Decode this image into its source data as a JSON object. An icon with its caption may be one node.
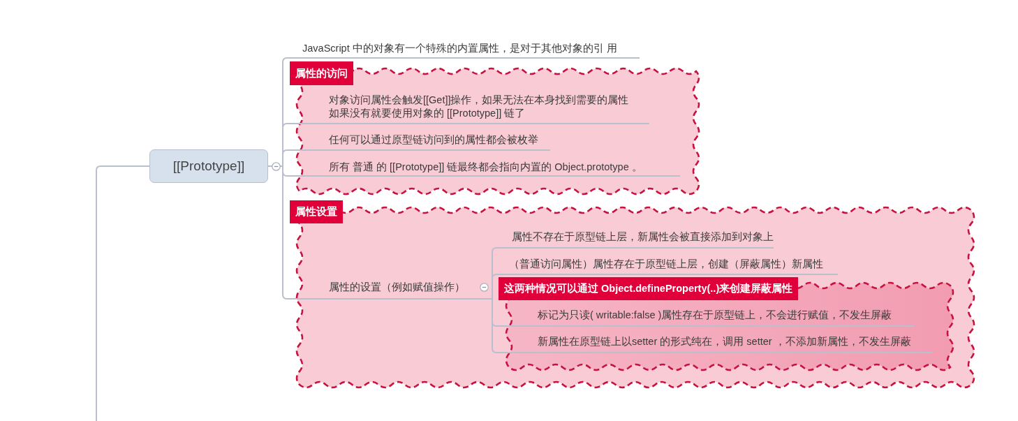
{
  "diagram": {
    "nodes": [
      {
        "text": [
          "[[Prototype]]"
        ]
      },
      {
        "text": [
          "JavaScript 中的对象有一个特殊的内置属性，是对于其他对象的引 用"
        ]
      },
      {
        "text": [
          "属性的访问"
        ]
      },
      {
        "text": [
          "对象访问属性会触发[[Get]]操作，如果无法在本身找到需要的属性如果没有就要使用对象的 [[Prototype]] 链了"
        ],
        "in": 2
      },
      {
        "text": [
          "任何可以通过原型链访问到的属性都会被枚举"
        ],
        "in": 2
      },
      {
        "text": [
          "所有 普通 的 [[Prototype]] 链最终都会指向内置的 Object.prototype 。"
        ],
        "in": 2
      },
      {
        "text": [
          "属性设置"
        ]
      },
      {
        "text": [
          "属性的设置（例如赋值操作）"
        ],
        "in": 6
      },
      {
        "text": [
          "属性不存在于原型链上层，新属性会被直接添加到对象上"
        ],
        "in": 6
      },
      {
        "text": [
          "（普通访问属性）属性存在于原型链上层，创建（屏蔽属性）新属性"
        ],
        "in": 6
      },
      {
        "text": [
          "这两种情况可以通过 Object.defineProperty(..)来创建屏蔽属性"
        ],
        "in": 6
      },
      {
        "text": [
          "标记为只读( writable:false )属性存在于原型链上，不会进行赋值，不发生屏蔽"
        ],
        "in": 10
      },
      {
        "text": [
          "新属性在原型链上以setter 的形式纯在，调用 setter ，不添加新属性，不发生屏蔽"
        ],
        "in": 10
      }
    ],
    "edges": [
      {
        "from": null,
        "to": 0,
        "arrow": "none"
      },
      {
        "from": 0,
        "to": 1,
        "arrow": "none"
      },
      {
        "from": 0,
        "to": 3,
        "arrow": "none"
      },
      {
        "from": 0,
        "to": 4,
        "arrow": "none"
      },
      {
        "from": 0,
        "to": 5,
        "arrow": "none"
      },
      {
        "from": 0,
        "to": 7,
        "arrow": "none"
      },
      {
        "from": 7,
        "to": 8,
        "arrow": "none"
      },
      {
        "from": 7,
        "to": 9,
        "arrow": "none"
      },
      {
        "from": 7,
        "to": 11,
        "arrow": "none"
      },
      {
        "from": 7,
        "to": 12,
        "arrow": "none"
      }
    ]
  }
}
